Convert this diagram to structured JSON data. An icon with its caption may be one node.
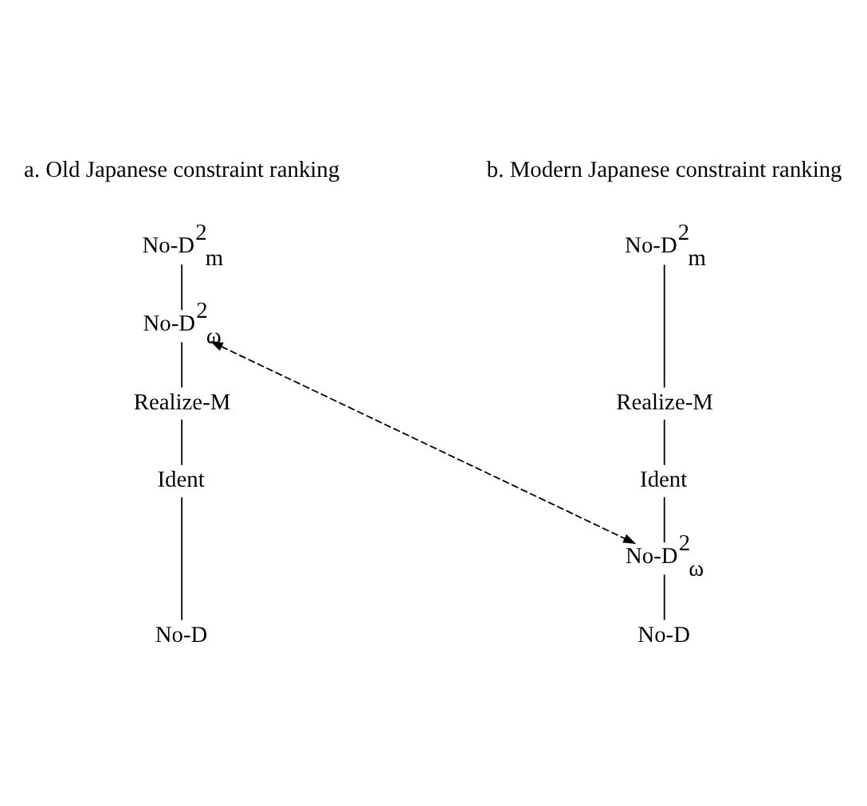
{
  "diagram": {
    "nodes": [
      {
        "text": [
          "No-D$^{2}$$_{m}$"
        ]
      },
      {
        "text": [
          "No-D$^{2}$$_{ω}$"
        ]
      },
      {
        "text": [
          "Realize-M"
        ]
      },
      {
        "text": [
          "Ident"
        ]
      },
      {
        "text": [
          "No-D"
        ]
      },
      {
        "text": [
          "No-D$^{2}$$_{m}$"
        ]
      },
      {
        "text": [
          "Realize-M"
        ]
      },
      {
        "text": [
          "Ident"
        ]
      },
      {
        "text": [
          "No-D$^{2}$$_{ω}$"
        ]
      },
      {
        "text": [
          "No-D"
        ]
      }
    ],
    "edges": [
      {
        "from": 0,
        "to": 1,
        "arrow": "none"
      },
      {
        "from": 1,
        "to": 2,
        "arrow": "none"
      },
      {
        "from": 2,
        "to": 3,
        "arrow": "none"
      },
      {
        "from": 3,
        "to": 4,
        "arrow": "none"
      },
      {
        "from": 5,
        "to": 6,
        "arrow": "none"
      },
      {
        "from": 6,
        "to": 7,
        "arrow": "none"
      },
      {
        "from": 7,
        "to": 8,
        "arrow": "none"
      },
      {
        "from": 8,
        "to": 9,
        "arrow": "none"
      },
      {
        "from": 1,
        "to": 8,
        "arrow": "both",
        "style": "dashed"
      }
    ],
    "labels": [
      "a. Old Japanese constraint ranking",
      "b. Modern Japanese constraint ranking"
    ]
  }
}
